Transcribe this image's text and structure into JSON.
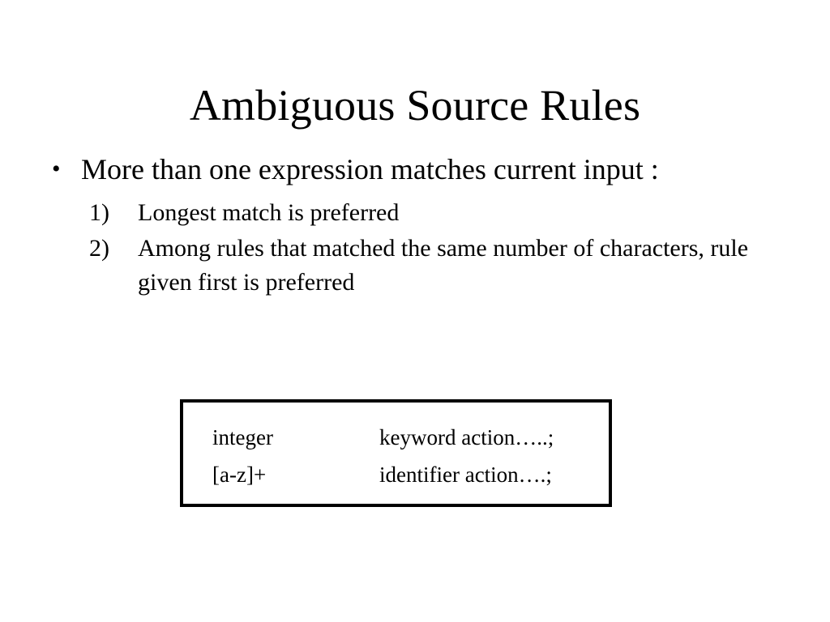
{
  "slide": {
    "title": "Ambiguous Source Rules",
    "background_color": "#ffffff",
    "text_color": "#000000",
    "bullets": [
      {
        "marker": "•",
        "text": "More than one expression matches current input :"
      }
    ],
    "numbered_items": [
      {
        "number": "1)",
        "text": "Longest match is preferred"
      },
      {
        "number": "2)",
        "text": "Among rules that matched the same number of characters, rule given first is preferred"
      }
    ],
    "code_box": {
      "border_color": "#000000",
      "rows": [
        {
          "pattern": "integer",
          "action": "keyword action…..;"
        },
        {
          "pattern": "[a-z]+",
          "action": "identifier action….;"
        }
      ]
    }
  }
}
